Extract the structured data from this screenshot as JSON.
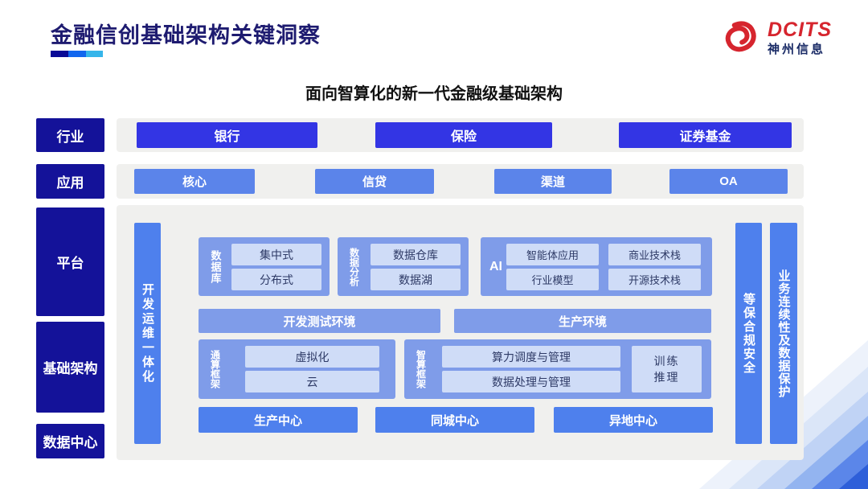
{
  "page": {
    "title": "金融信创基础架构关键洞察"
  },
  "logo": {
    "brand": "DCITS",
    "company": "神州信息"
  },
  "diagram": {
    "heading": "面向智算化的新一代金融级基础架构",
    "industry": {
      "label": "行业",
      "items": [
        "银行",
        "保险",
        "证券基金"
      ]
    },
    "application": {
      "label": "应用",
      "items": [
        "核心",
        "信贷",
        "渠道",
        "OA"
      ]
    },
    "platform_label": "平台",
    "infrastructure_label": "基础架构",
    "datacenter_label": "数据中心",
    "devops_bar": "开发运维一体化",
    "database": {
      "label": "数据库",
      "items": [
        "集中式",
        "分布式"
      ]
    },
    "analytics": {
      "label": "数据分析",
      "items": [
        "数据仓库",
        "数据湖"
      ]
    },
    "ai": {
      "label": "AI",
      "items": [
        "智能体应用",
        "商业技术栈",
        "行业模型",
        "开源技术栈"
      ]
    },
    "environments": [
      "开发测试环境",
      "生产环境"
    ],
    "general_framework": {
      "label": "通算框架",
      "items": [
        "虚拟化",
        "云"
      ]
    },
    "intelligent_framework": {
      "label": "智算框架",
      "items": [
        "算力调度与管理",
        "数据处理与管理"
      ],
      "side_item": "训练推理"
    },
    "centers": [
      "生产中心",
      "同城中心",
      "异地中心"
    ],
    "security_bars": [
      "等保合规安全",
      "业务连续性及数据保护"
    ]
  },
  "colors": {
    "sidebar_navy": "#141299",
    "industry_blue": "#3335e4",
    "application_blue": "#5b84ea",
    "bar_blue": "#4e80ed",
    "group_blue": "#7f9ce9",
    "inner_blue": "#cfdcf7",
    "band_gray": "#f0f0ee",
    "brand_red": "#d6252e",
    "title_navy": "#1e1b70",
    "underline_segments": [
      "#0a0a96",
      "#1166ee",
      "#35b5ea"
    ]
  }
}
